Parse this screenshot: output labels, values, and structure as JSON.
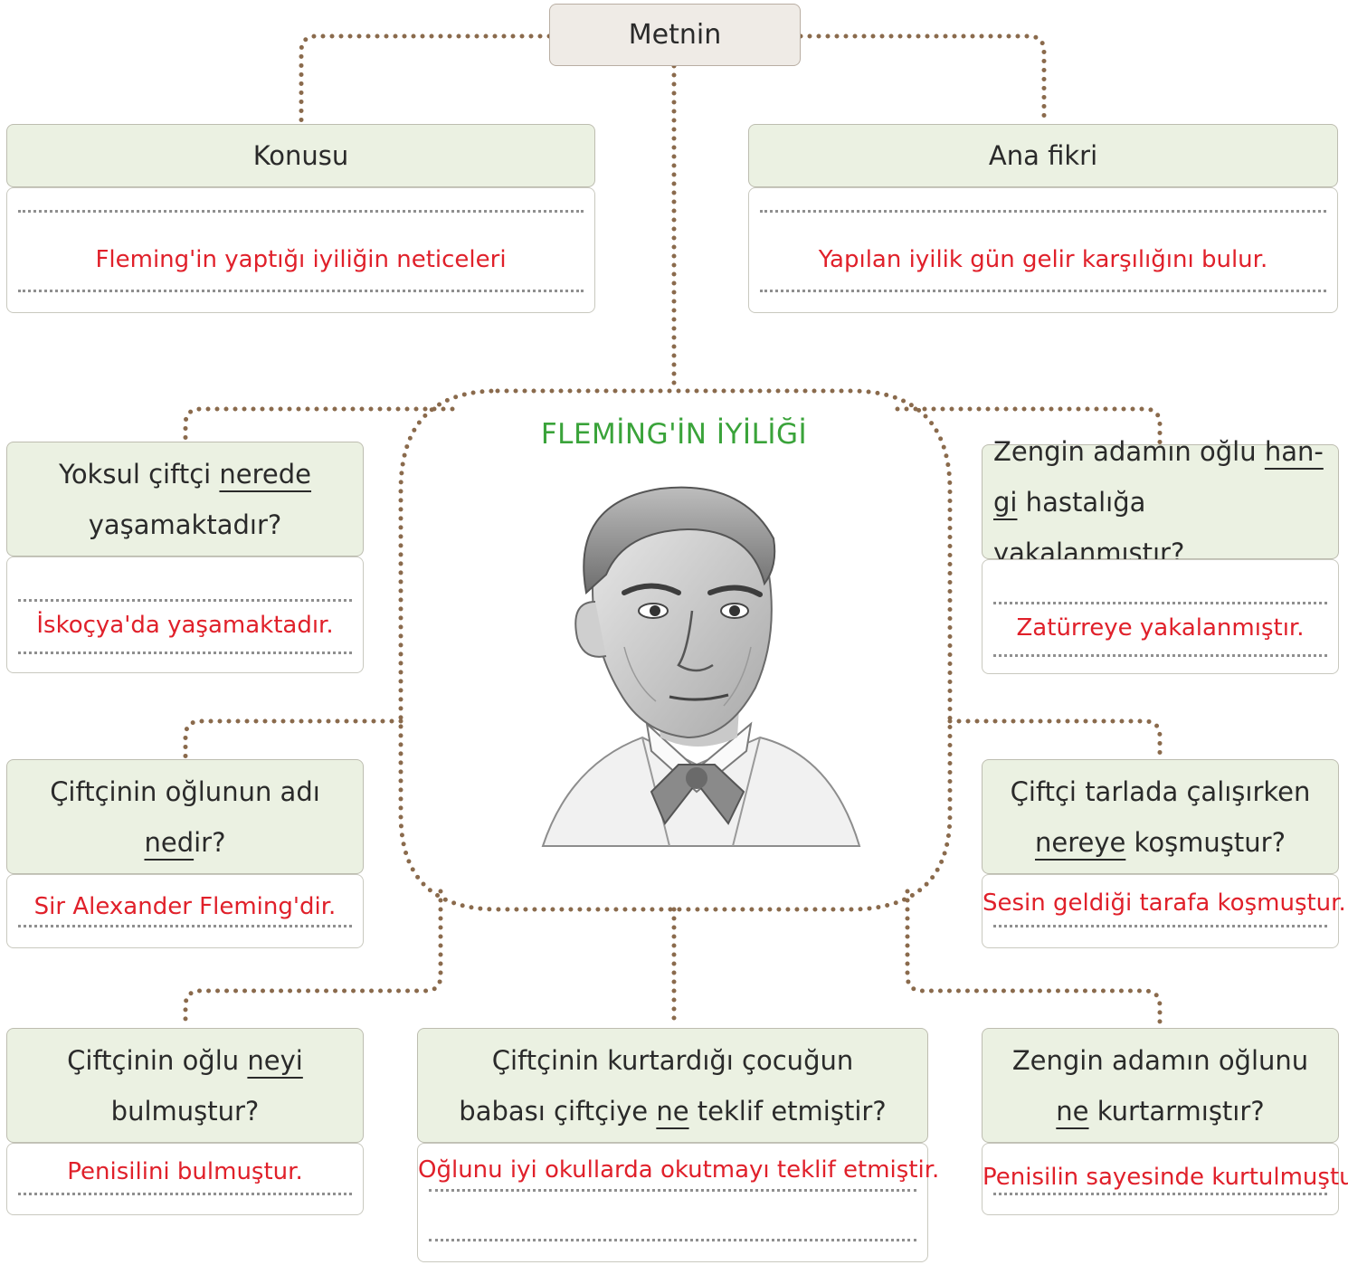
{
  "root": {
    "label": "Metnin"
  },
  "konusu": {
    "label": "Konusu",
    "answer": "Fleming'in yaptığı iyiliğin neticeleri"
  },
  "ana_fikri": {
    "label": "Ana fikri",
    "answer": "Yapılan iyilik gün gelir karşılığını bulur."
  },
  "center": {
    "title": "FLEMİNG'İN İYİLİĞİ"
  },
  "q1": {
    "pre": "Yoksul çiftçi ",
    "key": "nerede",
    "line2": "yaşamaktadır?",
    "answer": "İskoçya'da yaşamaktadır."
  },
  "q2": {
    "line1": "Zengin adamın oğlu ",
    "key1": "han-",
    "key2": "gi",
    "post": " hastalığa yakalanmıştır?",
    "answer": "Zatürreye yakalanmıştır."
  },
  "q3": {
    "line1": "Çiftçinin oğlunun adı",
    "key": "ned",
    "post": "ir?",
    "answer": "Sir Alexander Fleming'dir."
  },
  "q4": {
    "line1": "Çiftçi tarlada çalışırken",
    "key": "nereye",
    "post": " koşmuştur?",
    "answer": "Sesin geldiği tarafa koşmuştur."
  },
  "q5": {
    "pre": "Çiftçinin oğlu ",
    "key": "neyi",
    "line2": "bulmuştur?",
    "answer": "Penisilini bulmuştur."
  },
  "q6": {
    "line1": "Çiftçinin kurtardığı çocuğun",
    "pre": "babası çiftçiye ",
    "key": "ne",
    "post": " teklif etmiştir?",
    "answer": "Oğlunu iyi okullarda okutmayı teklif etmiştir."
  },
  "q7": {
    "line1": "Zengin adamın oğlunu",
    "key": "ne",
    "post": " kurtarmıştır?",
    "answer": "Penisilin sayesinde kurtulmuştur."
  },
  "colors": {
    "connector": "#8a6a4c",
    "header_bg": "#ebf1e2",
    "answer": "#e0202a",
    "title": "#3aa33a"
  }
}
